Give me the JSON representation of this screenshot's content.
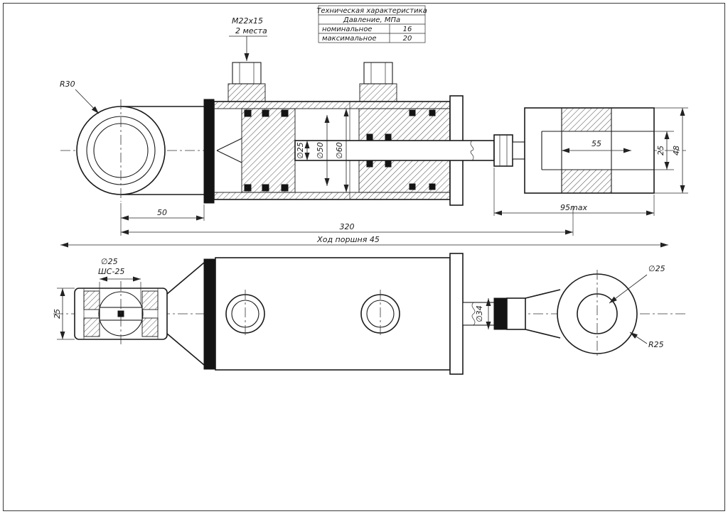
{
  "table": {
    "header": "Техническая характеристика",
    "subheader": "Давление, МПа",
    "rows": [
      {
        "label": "номинальное",
        "value": "16"
      },
      {
        "label": "максимальное",
        "value": "20"
      }
    ]
  },
  "top_view": {
    "thread_label": "M22x15",
    "thread_note": "2 места",
    "radius_label": "R30",
    "rod_dia": "∅25",
    "piston_dia": "∅50",
    "bore_dia": "∅60",
    "fork_depth": "55",
    "fork_slot_width": "25",
    "fork_height": "48",
    "rod_extension": "95max",
    "eye_to_face": "50",
    "overall_length": "320",
    "stroke_label": "Ход поршня 45"
  },
  "bottom_view": {
    "bore_dia": "∅25",
    "bearing_label": "ШС-25",
    "eye_width": "25",
    "rod_dia": "∅34",
    "hole_dia": "∅25",
    "radius_label": "R25"
  },
  "colors": {
    "ink": "#1a1a1a",
    "paper": "#ffffff",
    "dark_fill": "#141414"
  }
}
